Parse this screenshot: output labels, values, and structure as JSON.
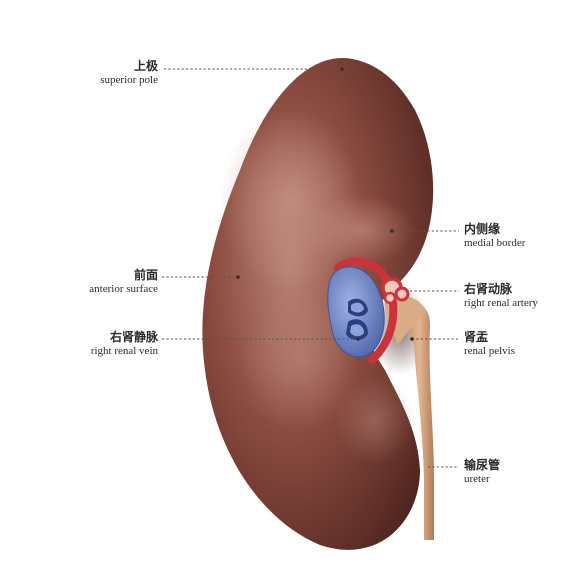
{
  "diagram": {
    "labels": [
      {
        "id": "superior-pole",
        "zh": "上极",
        "en": "superior pole"
      },
      {
        "id": "medial-border",
        "zh": "内侧缘",
        "en": "medial border"
      },
      {
        "id": "anterior-surface",
        "zh": "前面",
        "en": "anterior surface"
      },
      {
        "id": "right-renal-artery",
        "zh": "右肾动脉",
        "en": "right renal artery"
      },
      {
        "id": "right-renal-vein",
        "zh": "右肾静脉",
        "en": "right renal vein"
      },
      {
        "id": "renal-pelvis",
        "zh": "肾盂",
        "en": "renal pelvis"
      },
      {
        "id": "ureter",
        "zh": "输尿管",
        "en": "ureter"
      }
    ],
    "colors": {
      "kidney": "#8a4b3f",
      "kidney_highlight": "#b57e70",
      "kidney_shadow": "#4e2520",
      "vein": "#6f86c6",
      "artery": "#c9343a",
      "ureter": "#d4a27c"
    }
  }
}
